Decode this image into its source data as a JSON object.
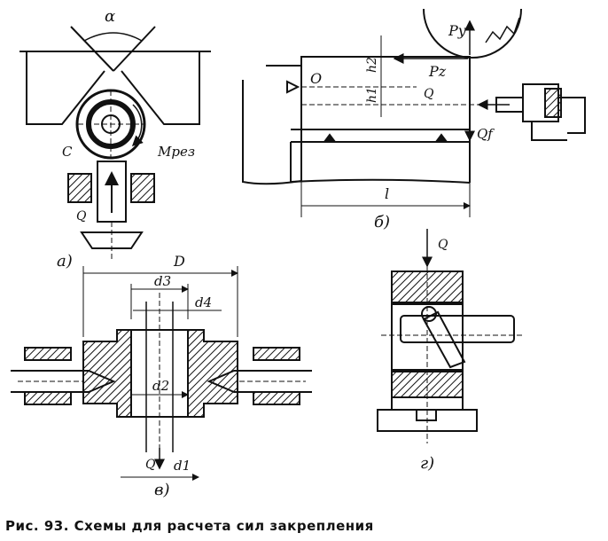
{
  "caption": "Рис. 93. Схемы для расчета сил закрепления",
  "view_a": {
    "panel_label": "а)",
    "angle": "α",
    "point_c": "C",
    "moment": "Mрез",
    "force_q": "Q"
  },
  "view_b": {
    "panel_label": "б)",
    "origin": "O",
    "h2": "h2",
    "h1": "h1",
    "py": "Py",
    "pz": "Pz",
    "q": "Q",
    "qf": "Qf",
    "l": "l"
  },
  "view_v": {
    "panel_label": "в)",
    "D": "D",
    "d3": "d3",
    "d4": "d4",
    "d2": "d2",
    "d1": "d1",
    "q": "Q"
  },
  "view_g": {
    "panel_label": "г)",
    "q": "Q"
  },
  "colors": {
    "ink": "#111111",
    "background": "#ffffff"
  }
}
